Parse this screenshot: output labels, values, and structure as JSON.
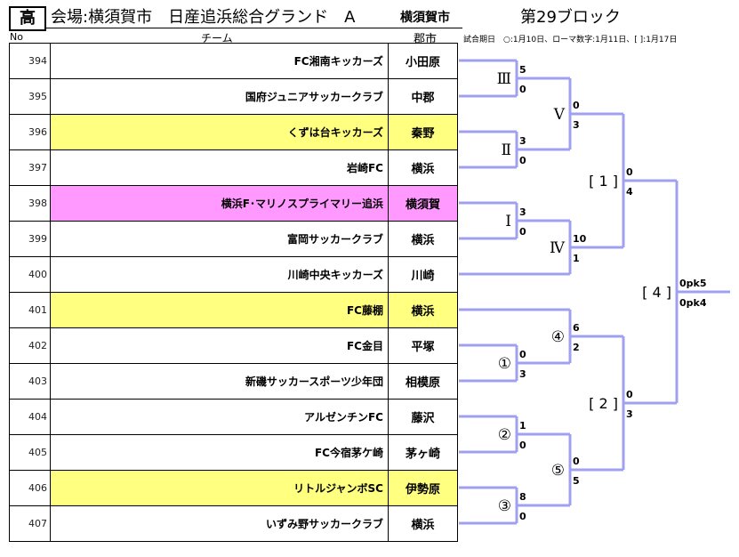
{
  "header": {
    "grade": "高",
    "venue": "会場:横須賀市　日産追浜総合グランド　A",
    "host_city": "横須賀市",
    "block": "第29ブロック"
  },
  "columns": {
    "no": "No",
    "team": "チーム",
    "city": "郡市"
  },
  "note": "試合期日　○:1月10日、ローマ数字:1月11日、[ ]:1月17日",
  "colors": {
    "bracket_line": "#a0a0f0",
    "highlight_yellow": "#ffff80",
    "highlight_pink": "#ff99ff"
  },
  "teams": [
    {
      "no": "394",
      "name": "FC湘南キッカーズ",
      "city": "小田原",
      "highlight": ""
    },
    {
      "no": "395",
      "name": "国府ジュニアサッカークラブ",
      "city": "中郡",
      "highlight": ""
    },
    {
      "no": "396",
      "name": "くずは台キッカーズ",
      "city": "秦野",
      "highlight": "yellow"
    },
    {
      "no": "397",
      "name": "岩崎FC",
      "city": "横浜",
      "highlight": ""
    },
    {
      "no": "398",
      "name": "横浜F･マリノスプライマリー追浜",
      "city": "横須賀",
      "highlight": "pink"
    },
    {
      "no": "399",
      "name": "富岡サッカークラブ",
      "city": "横浜",
      "highlight": ""
    },
    {
      "no": "400",
      "name": "川崎中央キッカーズ",
      "city": "川崎",
      "highlight": ""
    },
    {
      "no": "401",
      "name": "FC藤棚",
      "city": "横浜",
      "highlight": "yellow"
    },
    {
      "no": "402",
      "name": "FC金目",
      "city": "平塚",
      "highlight": ""
    },
    {
      "no": "403",
      "name": "新磯サッカースポーツ少年団",
      "city": "相模原",
      "highlight": ""
    },
    {
      "no": "404",
      "name": "アルゼンチンFC",
      "city": "藤沢",
      "highlight": ""
    },
    {
      "no": "405",
      "name": "FC今宿茅ケ崎",
      "city": "茅ヶ崎",
      "highlight": ""
    },
    {
      "no": "406",
      "name": "リトルジャンボSC",
      "city": "伊勢原",
      "highlight": "yellow"
    },
    {
      "no": "407",
      "name": "いずみ野サッカークラブ",
      "city": "横浜",
      "highlight": ""
    }
  ],
  "matches": [
    {
      "id": "m3",
      "label": "Ⅲ",
      "top": {
        "team": 0
      },
      "bottom": {
        "team": 1
      },
      "score_top": "5",
      "score_bottom": "0",
      "round": 1
    },
    {
      "id": "m2",
      "label": "Ⅱ",
      "top": {
        "team": 2
      },
      "bottom": {
        "team": 3
      },
      "score_top": "3",
      "score_bottom": "0",
      "round": 1
    },
    {
      "id": "m1",
      "label": "Ⅰ",
      "top": {
        "team": 4
      },
      "bottom": {
        "team": 5
      },
      "score_top": "3",
      "score_bottom": "0",
      "round": 1
    },
    {
      "id": "c1",
      "label": "①",
      "top": {
        "team": 8
      },
      "bottom": {
        "team": 9
      },
      "score_top": "0",
      "score_bottom": "3",
      "round": 1
    },
    {
      "id": "c2",
      "label": "②",
      "top": {
        "team": 10
      },
      "bottom": {
        "team": 11
      },
      "score_top": "1",
      "score_bottom": "0",
      "round": 1
    },
    {
      "id": "c3",
      "label": "③",
      "top": {
        "team": 12
      },
      "bottom": {
        "team": 13
      },
      "score_top": "8",
      "score_bottom": "0",
      "round": 1
    },
    {
      "id": "m5",
      "label": "Ⅴ",
      "top": {
        "match": "m3"
      },
      "bottom": {
        "match": "m2"
      },
      "score_top": "0",
      "score_bottom": "3",
      "round": 2
    },
    {
      "id": "m4",
      "label": "Ⅳ",
      "top": {
        "match": "m1"
      },
      "bottom": {
        "team": 6
      },
      "score_top": "10",
      "score_bottom": "1",
      "round": 2
    },
    {
      "id": "c4",
      "label": "④",
      "top": {
        "team": 7
      },
      "bottom": {
        "match": "c1"
      },
      "score_top": "6",
      "score_bottom": "2",
      "round": 2
    },
    {
      "id": "c5",
      "label": "⑤",
      "top": {
        "match": "c2"
      },
      "bottom": {
        "match": "c3"
      },
      "score_top": "0",
      "score_bottom": "5",
      "round": 2
    },
    {
      "id": "b1",
      "label": "[ 1 ]",
      "top": {
        "match": "m5"
      },
      "bottom": {
        "match": "m4"
      },
      "score_top": "0",
      "score_bottom": "4",
      "round": 3
    },
    {
      "id": "b2",
      "label": "[ 2 ]",
      "top": {
        "match": "c4"
      },
      "bottom": {
        "match": "c5"
      },
      "score_top": "0",
      "score_bottom": "3",
      "round": 3
    },
    {
      "id": "b4",
      "label": "[ 4 ]",
      "top": {
        "match": "b1"
      },
      "bottom": {
        "match": "b2"
      },
      "score_top": "0pk5",
      "score_bottom": "0pk4",
      "round": 4,
      "final": true
    }
  ]
}
